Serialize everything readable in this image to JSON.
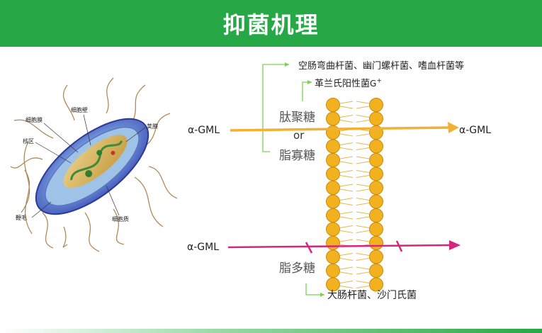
{
  "header": {
    "title": "抑菌机理"
  },
  "bacterium": {
    "labels": {
      "cell_wall": "细胞壁",
      "cell_membrane": "细胞膜",
      "nucleoid": "核区",
      "capsule": "荚膜",
      "flagellum": "鞭毛",
      "cytoplasm": "细胞质"
    }
  },
  "mechanism": {
    "top_pathogens": "空肠弯曲杆菌、幽门螺杆菌、嗜血杆菌等",
    "gram_positive": "革兰氏阳性菌",
    "gram_positive_symbol": "G",
    "gram_positive_sup": "+",
    "peptidoglycan": "肽聚糖",
    "or": "or",
    "lipooligosaccharide": "脂寡糖",
    "lipopolysaccharide": "脂多糖",
    "agent_left_top": "α-GML",
    "agent_right_top": "α-GML",
    "agent_left_bottom": "α-GML",
    "bottom_pathogens": "大肠杆菌、沙门氏菌"
  },
  "colors": {
    "header_bg": "#25a845",
    "arrow_orange": "#f2b134",
    "arrow_magenta": "#d6257e",
    "bracket_green": "#7ccf55",
    "lipid_head": "#f2b21f"
  }
}
